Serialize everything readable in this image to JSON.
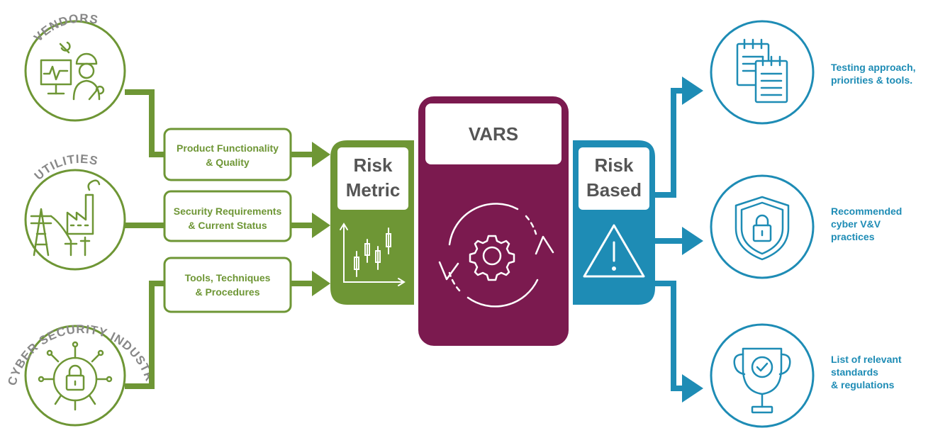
{
  "sources": {
    "vendors": "VENDORS",
    "utilities": "UTILITIES",
    "cyber": "CYBER SECURITY INDUSTRY"
  },
  "inputs": [
    {
      "line1": "Product Functionality",
      "line2": "& Quality"
    },
    {
      "line1": "Security Requirements",
      "line2": "& Current Status"
    },
    {
      "line1": "Tools, Techniques",
      "line2": "& Procedures"
    }
  ],
  "risk_metric": {
    "line1": "Risk",
    "line2": "Metric"
  },
  "vars": {
    "title": "VARS"
  },
  "risk_based": {
    "line1": "Risk",
    "line2": "Based"
  },
  "outputs": [
    {
      "lines": [
        "Testing approach,",
        "priorities & tools."
      ]
    },
    {
      "lines": [
        "Recommended",
        "cyber V&V",
        "practices"
      ]
    },
    {
      "lines": [
        "List of relevant",
        "standards",
        "& regulations"
      ]
    }
  ],
  "colors": {
    "green": "#6e9635",
    "purple": "#7b1a4f",
    "blue": "#1e8cb5",
    "grey_text": "#888888"
  },
  "icons": [
    "engineer-monitor-icon",
    "power-plant-icon",
    "circuit-lock-icon",
    "candlestick-chart-icon",
    "gear-cycle-icon",
    "warning-triangle-icon",
    "notepad-icon",
    "shield-lock-icon",
    "trophy-check-icon"
  ]
}
